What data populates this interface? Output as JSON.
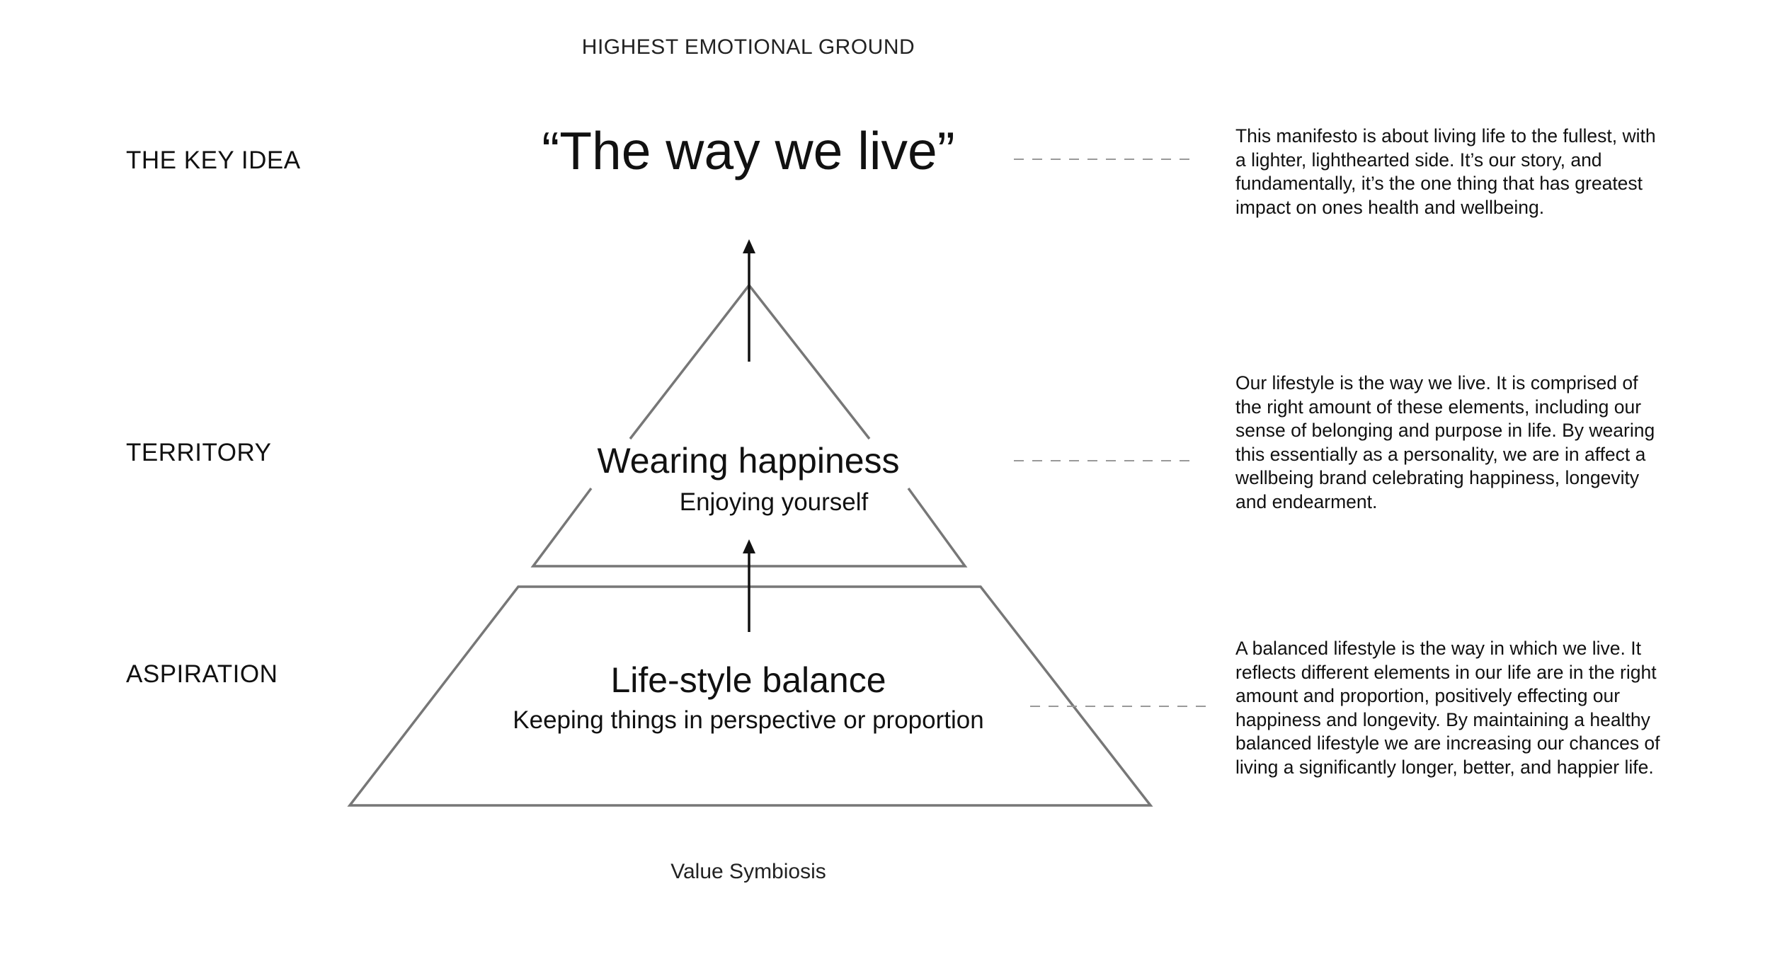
{
  "heading": "HIGHEST EMOTIONAL GROUND",
  "rows": {
    "key_idea": {
      "label": "THE KEY IDEA",
      "title": "“The way we live”",
      "description": "This manifesto is about living life to the fullest, with a lighter, lighthearted side. It’s our story, and fundamentally, it’s the one thing that has greatest impact on ones health and wellbeing."
    },
    "territory": {
      "label": "TERRITORY",
      "title": "Wearing happiness",
      "subtitle": "Enjoying yourself",
      "description": "Our lifestyle is the way we live. It is comprised of the right amount of these elements, including our sense of belonging and purpose in life. By wearing this essentially as a personality, we are in affect a wellbeing brand celebrating happiness, longevity and endearment."
    },
    "aspiration": {
      "label": "ASPIRATION",
      "title": "Life-style balance",
      "subtitle": "Keeping things in perspective or proportion",
      "description": "A balanced lifestyle is the way in which we live. It reflects different elements in our life are in the right amount and proportion, positively effecting our happiness and longevity. By maintaining a healthy balanced lifestyle we are increasing our chances of living a significantly longer, better, and happier life."
    }
  },
  "footer": "Value Symbiosis",
  "colors": {
    "outline": "#777777",
    "arrow": "#111111",
    "dash": "#999999"
  }
}
